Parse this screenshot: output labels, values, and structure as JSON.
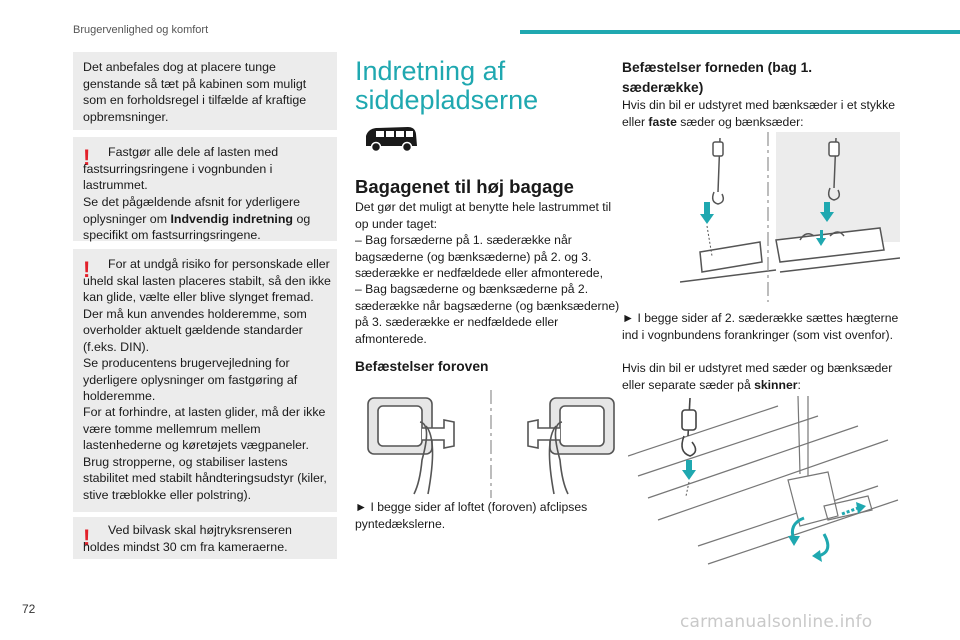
{
  "header": {
    "section_title": "Brugervenlighed og komfort",
    "accent_color": "#1fa8b0"
  },
  "page_number": "72",
  "left_column": {
    "note_box": {
      "text": "Det anbefales dog at placere tunge genstande så tæt på kabinen som muligt som en forholdsregel i tilfælde af kraftige opbremsninger."
    },
    "warnings": [
      {
        "icon": "exclamation-icon",
        "line1": "Fastgør alle dele af lasten med fastsurringsringene i vognbunden i lastrummet.",
        "line2_before": "Se det pågældende afsnit for yderligere oplysninger om ",
        "line2_bold": "Indvendig indretning",
        "line2_after": " og specifikt om fastsurringsringene."
      },
      {
        "icon": "exclamation-icon",
        "text": "For at undgå risiko for personskade eller uheld skal lasten placeres stabilt, så den ikke kan glide, vælte eller blive slynget fremad. Der må kun anvendes holderemme, som overholder aktuelt gældende standarder (f.eks. DIN).",
        "text2": "Se producentens brugervejledning for yderligere oplysninger om fastgøring af holderemme.",
        "text3": "For at forhindre, at lasten glider, må der ikke være tomme mellemrum mellem lastenhederne og køretøjets vægpaneler. Brug stropperne, og stabiliser lastens stabilitet med stabilt håndteringsudstyr (kiler, stive træblokke eller polstring)."
      },
      {
        "icon": "exclamation-icon",
        "text": "Ved bilvask skal højtryksrenseren holdes mindst 30 cm fra kameraerne."
      }
    ]
  },
  "middle_column": {
    "title": "Indretning af siddepladserne",
    "car_icon": "van-icon",
    "subtitle": "Bagagenet til høj bagage",
    "intro": "Det gør det muligt at benytte hele lastrummet til op under taget:",
    "item1": "– Bag forsæderne på 1. sæderække når bagsæderne (og bænksæderne) på 2. og 3. sæderække er nedfældede eller afmonterede,",
    "item2": "– Bag bagsæderne og bænksæderne på 2. sæderække når bagsæderne (og bænksæderne) på 3. sæderække er nedfældede eller afmonterede.",
    "section_heading": "Befæstelser foroven",
    "caption": "► I begge sider af loftet (foroven) afclipses pyntedækslerne."
  },
  "right_column": {
    "section_heading": "Befæstelser forneden (bag 1. sæderække)",
    "para1_before": "Hvis din bil er udstyret med bænksæder i et stykke eller ",
    "para1_bold": "faste",
    "para1_after": " sæder og bænksæder:",
    "caption1": "► I begge sider af 2. sæderække sættes hægterne ind i vognbundens forankringer (som vist ovenfor).",
    "para2_before": "Hvis din bil er udstyret med sæder og bænksæder eller separate sæder på ",
    "para2_bold": "skinner",
    "para2_after": ":"
  },
  "watermark": "carmanualsonline.info"
}
